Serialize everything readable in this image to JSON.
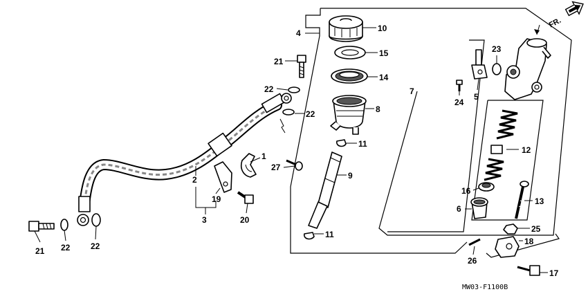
{
  "direction_label": "FR.",
  "diagram_code": "MW03-F1100B",
  "callouts": {
    "c1": "1",
    "c2": "2",
    "c3": "3",
    "c4": "4",
    "c5": "5",
    "c6": "6",
    "c7": "7",
    "c8": "8",
    "c9": "9",
    "c10": "10",
    "c11a": "11",
    "c11b": "11",
    "c12": "12",
    "c13": "13",
    "c14": "14",
    "c15": "15",
    "c16": "16",
    "c17": "17",
    "c18": "18",
    "c19": "19",
    "c20": "20",
    "c21a": "21",
    "c21b": "21",
    "c22a": "22",
    "c22b": "22",
    "c22c": "22",
    "c22d": "22",
    "c23": "23",
    "c24": "24",
    "c25": "25",
    "c26": "26",
    "c27": "27"
  }
}
